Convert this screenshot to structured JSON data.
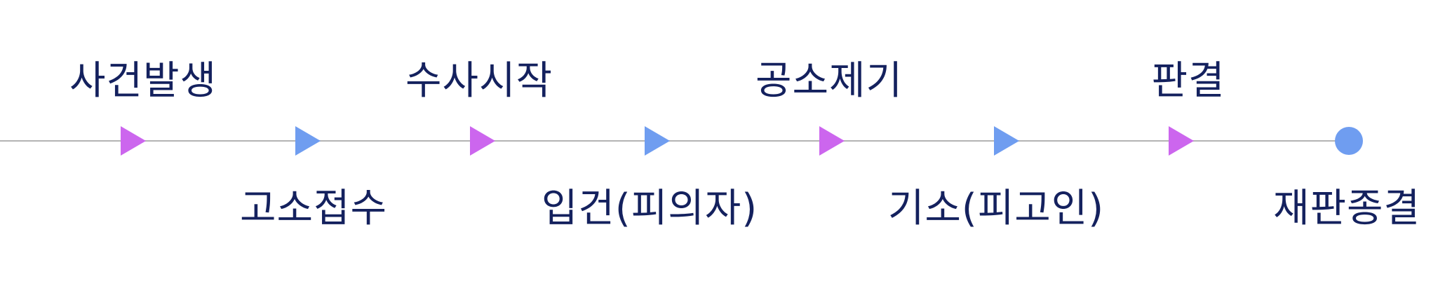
{
  "diagram": {
    "type": "timeline",
    "colors": {
      "line": "#b3b3b3",
      "marker_primary": "#cc66ee",
      "marker_secondary": "#6f9df0",
      "end_marker": "#6f9df0",
      "text": "#14215e"
    },
    "steps": [
      {
        "label": "사건발생",
        "position": "top",
        "marker": "triangle",
        "color": "#cc66ee"
      },
      {
        "label": "고소접수",
        "position": "bottom",
        "marker": "triangle",
        "color": "#6f9df0"
      },
      {
        "label": "수사시작",
        "position": "top",
        "marker": "triangle",
        "color": "#cc66ee"
      },
      {
        "label": "입건(피의자)",
        "position": "bottom",
        "marker": "triangle",
        "color": "#6f9df0"
      },
      {
        "label": "공소제기",
        "position": "top",
        "marker": "triangle",
        "color": "#cc66ee"
      },
      {
        "label": "기소(피고인)",
        "position": "bottom",
        "marker": "triangle",
        "color": "#6f9df0"
      },
      {
        "label": "판결",
        "position": "top",
        "marker": "triangle",
        "color": "#cc66ee"
      },
      {
        "label": "재판종결",
        "position": "bottom",
        "marker": "circle",
        "color": "#6f9df0"
      }
    ]
  }
}
